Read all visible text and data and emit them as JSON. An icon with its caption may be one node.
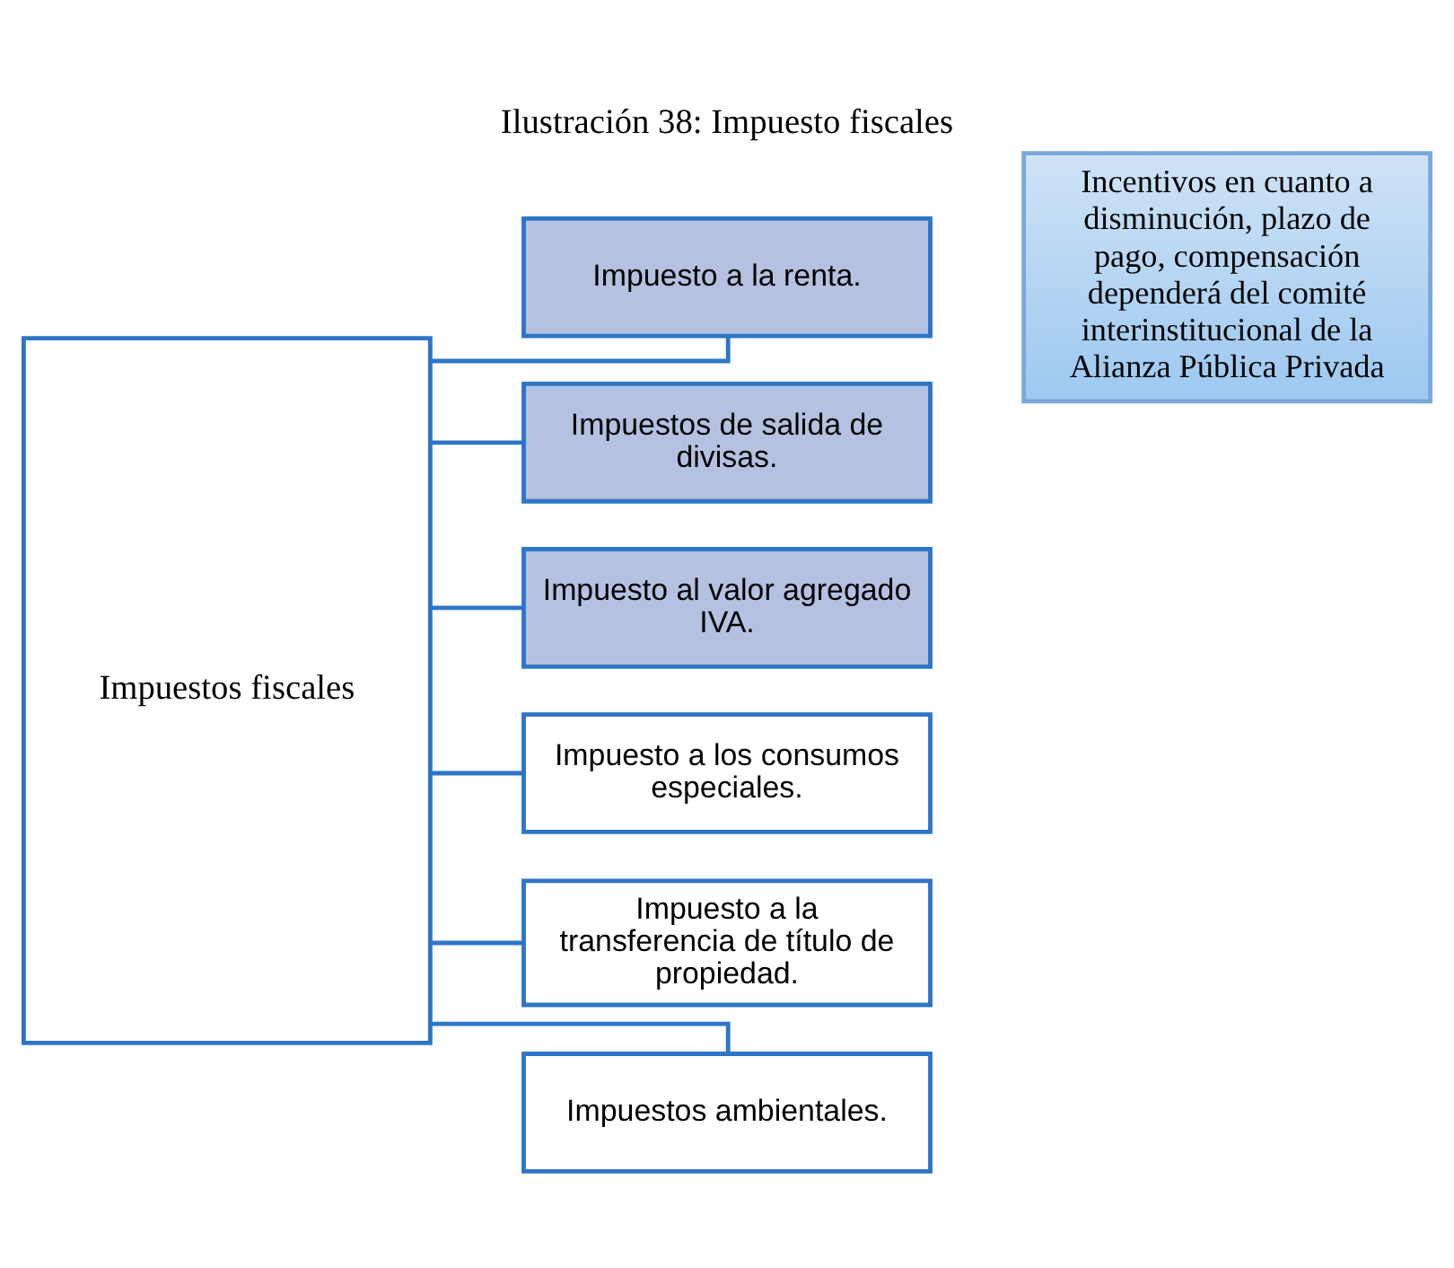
{
  "diagram": {
    "title": "Ilustración 38: Impuesto fiscales",
    "nodes": [
      {
        "text": [
          "Impuestos fiscales"
        ]
      },
      {
        "text": [
          "Impuesto a la renta."
        ]
      },
      {
        "text": [
          "Impuestos de salida de divisas."
        ]
      },
      {
        "text": [
          "Impuesto al valor agregado IVA."
        ]
      },
      {
        "text": [
          "Impuesto a los consumos especiales."
        ]
      },
      {
        "text": [
          "Impuesto a la transferencia de título de propiedad."
        ]
      },
      {
        "text": [
          "Impuestos ambientales."
        ]
      },
      {
        "text": [
          "Incentivos en cuanto a disminución, plazo de pago, compensación dependerá del comité interinstitucional de la Alianza Pública Privada"
        ]
      }
    ],
    "edges": [
      {
        "from": 0,
        "to": 1,
        "arrow": "none"
      },
      {
        "from": 0,
        "to": 2,
        "arrow": "none"
      },
      {
        "from": 0,
        "to": 3,
        "arrow": "none"
      },
      {
        "from": 0,
        "to": 4,
        "arrow": "none"
      },
      {
        "from": 0,
        "to": 5,
        "arrow": "none"
      },
      {
        "from": 0,
        "to": 6,
        "arrow": "none"
      }
    ]
  }
}
